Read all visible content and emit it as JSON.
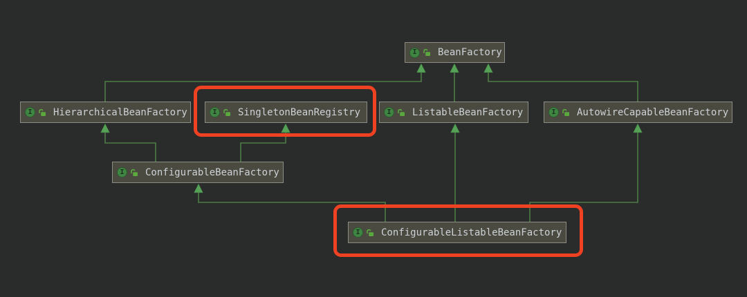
{
  "diagram": {
    "icon_letter": "I",
    "nodes": [
      {
        "id": "BeanFactory",
        "label": "BeanFactory",
        "type": "interface",
        "highlighted": false
      },
      {
        "id": "HierarchicalBeanFactory",
        "label": "HierarchicalBeanFactory",
        "type": "interface",
        "highlighted": false
      },
      {
        "id": "SingletonBeanRegistry",
        "label": "SingletonBeanRegistry",
        "type": "interface",
        "highlighted": true
      },
      {
        "id": "ListableBeanFactory",
        "label": "ListableBeanFactory",
        "type": "interface",
        "highlighted": false
      },
      {
        "id": "AutowireCapableBeanFactory",
        "label": "AutowireCapableBeanFactory",
        "type": "interface",
        "highlighted": false
      },
      {
        "id": "ConfigurableBeanFactory",
        "label": "ConfigurableBeanFactory",
        "type": "interface",
        "highlighted": false
      },
      {
        "id": "ConfigurableListableBeanFactory",
        "label": "ConfigurableListableBeanFactory",
        "type": "interface",
        "highlighted": true
      }
    ],
    "edges": [
      {
        "from": "HierarchicalBeanFactory",
        "to": "BeanFactory",
        "relation": "extends"
      },
      {
        "from": "ListableBeanFactory",
        "to": "BeanFactory",
        "relation": "extends"
      },
      {
        "from": "AutowireCapableBeanFactory",
        "to": "BeanFactory",
        "relation": "extends"
      },
      {
        "from": "ConfigurableBeanFactory",
        "to": "HierarchicalBeanFactory",
        "relation": "extends"
      },
      {
        "from": "ConfigurableBeanFactory",
        "to": "SingletonBeanRegistry",
        "relation": "extends"
      },
      {
        "from": "ConfigurableListableBeanFactory",
        "to": "ConfigurableBeanFactory",
        "relation": "extends"
      },
      {
        "from": "ConfigurableListableBeanFactory",
        "to": "ListableBeanFactory",
        "relation": "extends"
      },
      {
        "from": "ConfigurableListableBeanFactory",
        "to": "AutowireCapableBeanFactory",
        "relation": "extends"
      }
    ],
    "colors": {
      "background": "#2a2b2b",
      "node_fill": "#4b4a40",
      "node_border": "#8c8d85",
      "node_text": "#ccd2d6",
      "edge_line_green": "#4e7d46",
      "edge_arrow_green": "#55a156",
      "highlight_red": "#ee4223",
      "interface_icon_green": "#3f8643",
      "modifier_icon_green": "#5ba83f"
    }
  }
}
